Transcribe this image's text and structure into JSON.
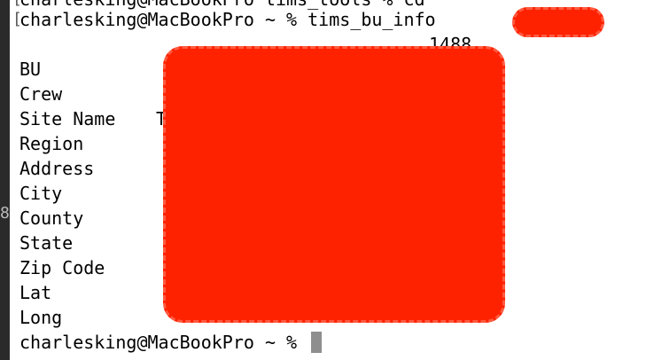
{
  "terminal": {
    "clipped_line": "charlesking@MacBookPro tims_tools % cd",
    "command_line": "charlesking@MacBookPro ~ % tims_bu_info",
    "bracket": "[",
    "value_fragment_1488": "1488",
    "site_name_fragment": "T",
    "rows": [
      {
        "label": "BU"
      },
      {
        "label": "Crew"
      },
      {
        "label": "Site Name"
      },
      {
        "label": "Region"
      },
      {
        "label": "Address"
      },
      {
        "label": "City"
      },
      {
        "label": "County"
      },
      {
        "label": "State"
      },
      {
        "label": "Zip Code"
      },
      {
        "label": "Lat"
      },
      {
        "label": "Long"
      }
    ],
    "prompt": "charlesking@MacBookPro ~ % ",
    "edge_glyph": "8"
  },
  "colors": {
    "redaction": "#ff2200",
    "background": "#ffffff",
    "text": "#000000",
    "cursor": "#8e8e8e"
  }
}
